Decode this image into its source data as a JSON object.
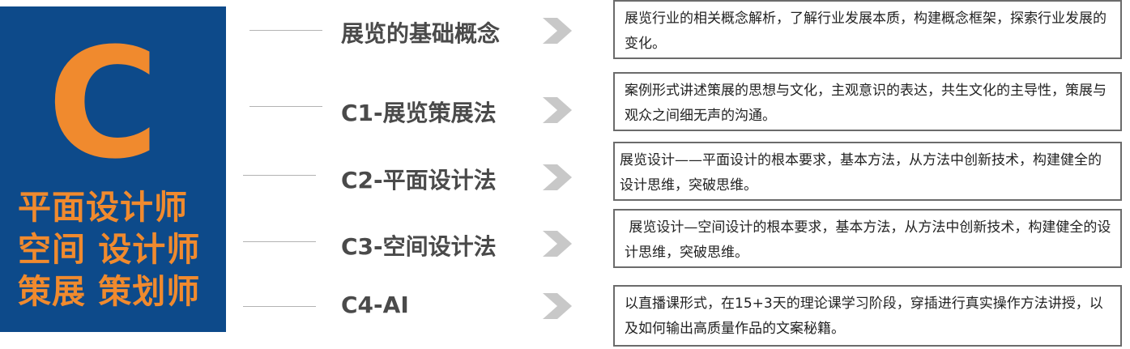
{
  "left_panel": {
    "letter": "C",
    "roles": [
      "平面设计师",
      "空间 设计师",
      "策展 策划师"
    ],
    "bg_color": "#0d4a8a",
    "accent_color": "#f08a2e"
  },
  "modules": [
    {
      "title": "展览的基础概念",
      "description": "展览行业的相关概念解析，了解行业发展本质，构建概念框架，探索行业发展的变化。"
    },
    {
      "title": "C1-展览策展法",
      "description": "案例形式讲述策展的思想与文化，主观意识的表达，共生文化的主导性，策展与观众之间细无声的沟通。"
    },
    {
      "title": "C2-平面设计法",
      "description": "展览设计——平面设计的根本要求，基本方法，从方法中创新技术，构建健全的设计思维，突破思维。"
    },
    {
      "title": "C3-空间设计法",
      "description": " 展览设计—空间设计的根本要求，基本方法，从方法中创新技术，构建健全的设计思维，突破思维。"
    },
    {
      "title": "C4-AI",
      "description": "以直播课形式，在15+3天的理论课学习阶段，穿插进行真实操作方法讲授，以及如何输出高质量作品的文案秘籍。"
    }
  ],
  "icons": {
    "arrow": "chevron-right-icon"
  },
  "colors": {
    "title_text": "#4a4a4a",
    "chevron": "#c8c8c8",
    "box_border": "#6b6b6b",
    "connector": "#b3b3b3"
  }
}
